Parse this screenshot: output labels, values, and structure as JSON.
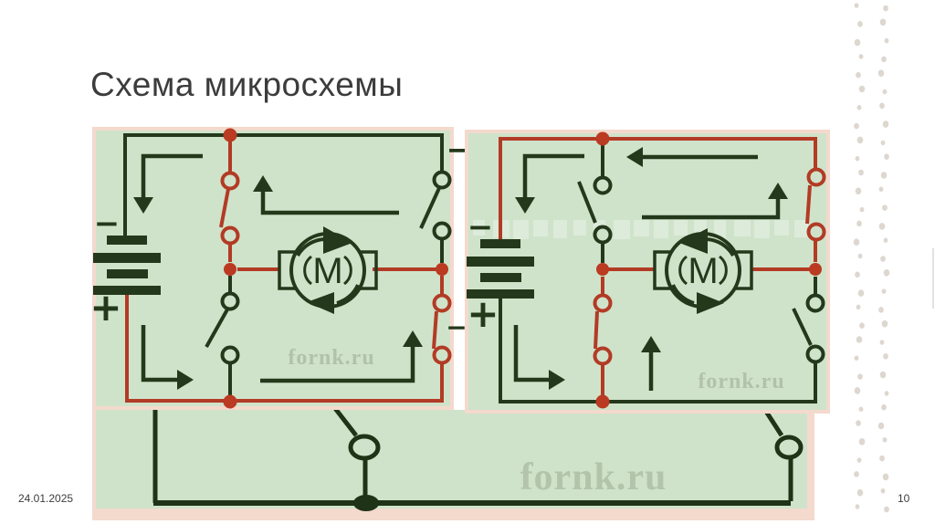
{
  "slide": {
    "title": "Схема микросхемы",
    "date": "24.01.2025",
    "page_number": "10"
  },
  "left_circuit": {
    "motor_label": "M",
    "battery_minus": "−",
    "battery_plus": "+",
    "output_minus": "−",
    "watermark": "fornk.ru"
  },
  "right_circuit": {
    "motor_label": "M",
    "battery_minus": "−",
    "battery_plus": "+",
    "cell_minus": "−",
    "watermark": "fornk.ru"
  },
  "bottom_section": {
    "watermark": "fornk.ru"
  },
  "colors": {
    "panel_fill": "#cfe3ca",
    "panel_border": "#f4d9cd",
    "wire_dark": "#24381b",
    "wire_red": "#b23b25",
    "junction_dot": "#bb3a22",
    "watermark": "#9fae99",
    "margin_dots": "#d2c9c0"
  }
}
